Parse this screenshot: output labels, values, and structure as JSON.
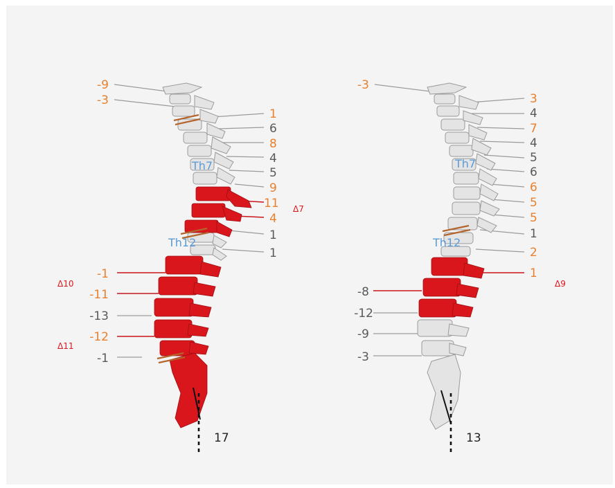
{
  "colors": {
    "orange": "#e8802e",
    "grey": "#595959",
    "red": "#d9161c",
    "blue": "#5b9bd5",
    "bone": "#e4e4e4",
    "bone_edge": "#9a9a9a",
    "leader_grey": "#9a9a9a",
    "leader_red": "#c8141a",
    "disc_mark": "#b4652c"
  },
  "left_spine": {
    "top_labels": [
      "-9",
      "-3"
    ],
    "right_labels": [
      "1",
      "6",
      "8",
      "4",
      "5",
      "9",
      "11",
      "4",
      "1",
      "1"
    ],
    "delta_right": "Δ7",
    "vertebra_labels": [
      "Th7",
      "Th12"
    ],
    "lumbar_labels": [
      "-1",
      "-11",
      "-13",
      "-12",
      "-1"
    ],
    "delta_labels": [
      "Δ10",
      "Δ11"
    ],
    "angle": "17"
  },
  "right_spine": {
    "top_labels": [
      "-3"
    ],
    "right_labels": [
      "3",
      "4",
      "7",
      "4",
      "5",
      "6",
      "6",
      "5",
      "5",
      "1",
      "2",
      "1"
    ],
    "delta_right": "Δ9",
    "vertebra_labels": [
      "Th7",
      "Th12"
    ],
    "lumbar_labels": [
      "-8",
      "-12",
      "-9",
      "-3"
    ],
    "angle": "13"
  }
}
